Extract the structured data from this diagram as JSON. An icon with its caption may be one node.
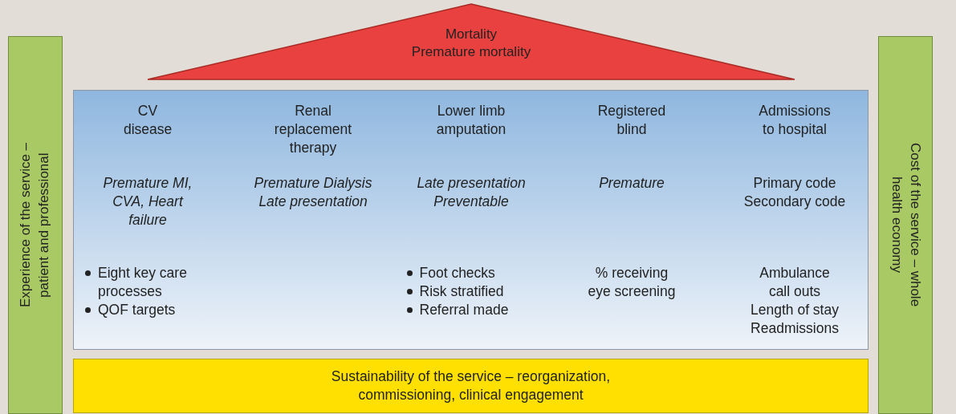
{
  "diagram": {
    "nodes": [
      {
        "text": [
          "Mortality",
          "Premature mortality"
        ]
      },
      {
        "text": [
          "Experience of the service – patient and professional"
        ]
      },
      {
        "text": [
          "CV disease",
          "Renal replacement therapy",
          "Lower limb amputation",
          "Registered blind",
          "Admissions to hospital",
          "Premature MI, CVA, Heart failure",
          "Premature Dialysis Late presentation",
          "Late presentation Preventable",
          "Premature",
          "Primary code Secondary code",
          "Eight key care processes",
          "QOF targets",
          "Foot checks",
          "Risk stratified",
          "Referral made",
          "% receiving eye screening",
          "Ambulance call outs",
          "Length of stay",
          "Readmissions"
        ]
      },
      {
        "text": [
          "Cost of the service – whole health economy"
        ]
      },
      {
        "text": [
          "Sustainability of the service – reorganization, commissioning, clinical engagement"
        ]
      }
    ]
  }
}
